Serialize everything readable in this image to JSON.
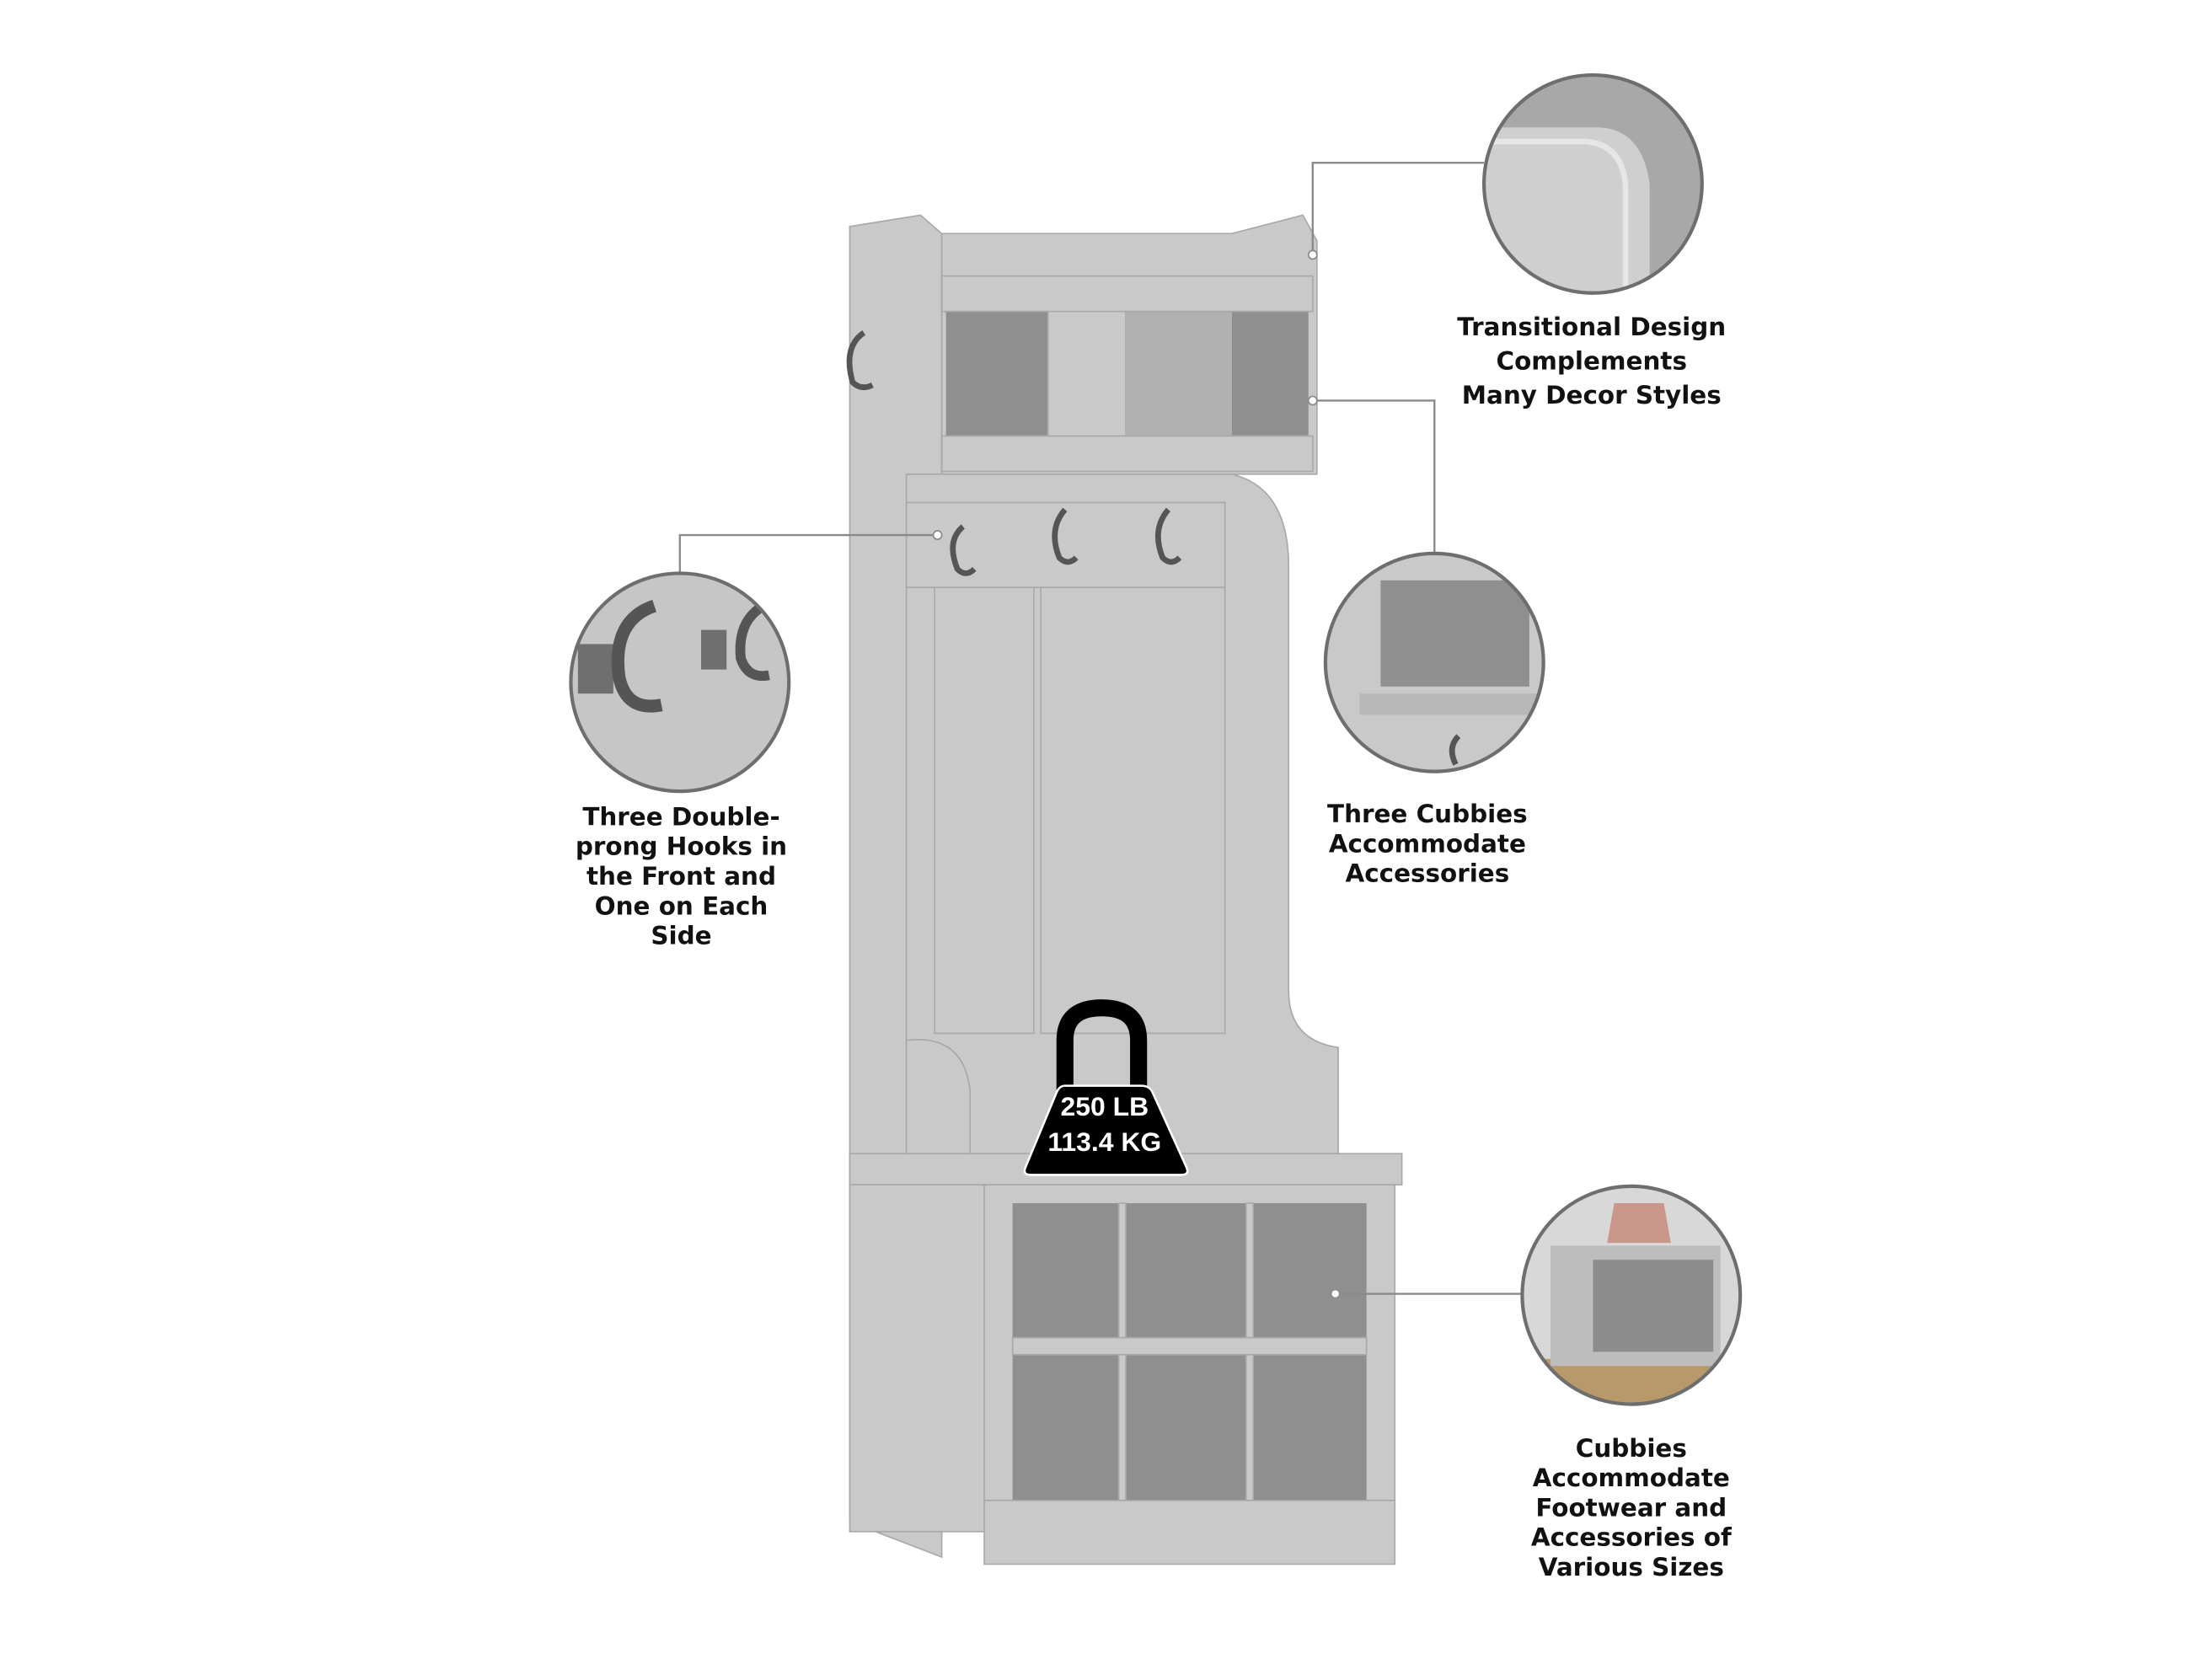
{
  "callouts": {
    "design": {
      "lines": [
        "Transitional Design",
        "Complements",
        "Many Decor Styles"
      ],
      "icon": "rounded-edge-detail-icon"
    },
    "top_cubbies": {
      "lines": [
        "Three Cubbies",
        "Accommodate",
        "Accessories"
      ],
      "icon": "cubby-detail-icon"
    },
    "hooks": {
      "lines": [
        "Three Double-",
        "prong Hooks in",
        "the Front and",
        "One on Each",
        "Side"
      ],
      "icon": "hook-detail-icon"
    },
    "shoe_cubbies": {
      "lines": [
        "Cubbies",
        "Accommodate",
        "Footwear and",
        "Accessories of",
        "Various Sizes"
      ],
      "icon": "shoe-cubby-detail-icon"
    }
  },
  "weight_badge": {
    "line1": "250 LB",
    "line2": "113.4 KG"
  },
  "colors": {
    "furniture": "#c9c9c9",
    "badge": "#000000",
    "text": "#111111"
  }
}
